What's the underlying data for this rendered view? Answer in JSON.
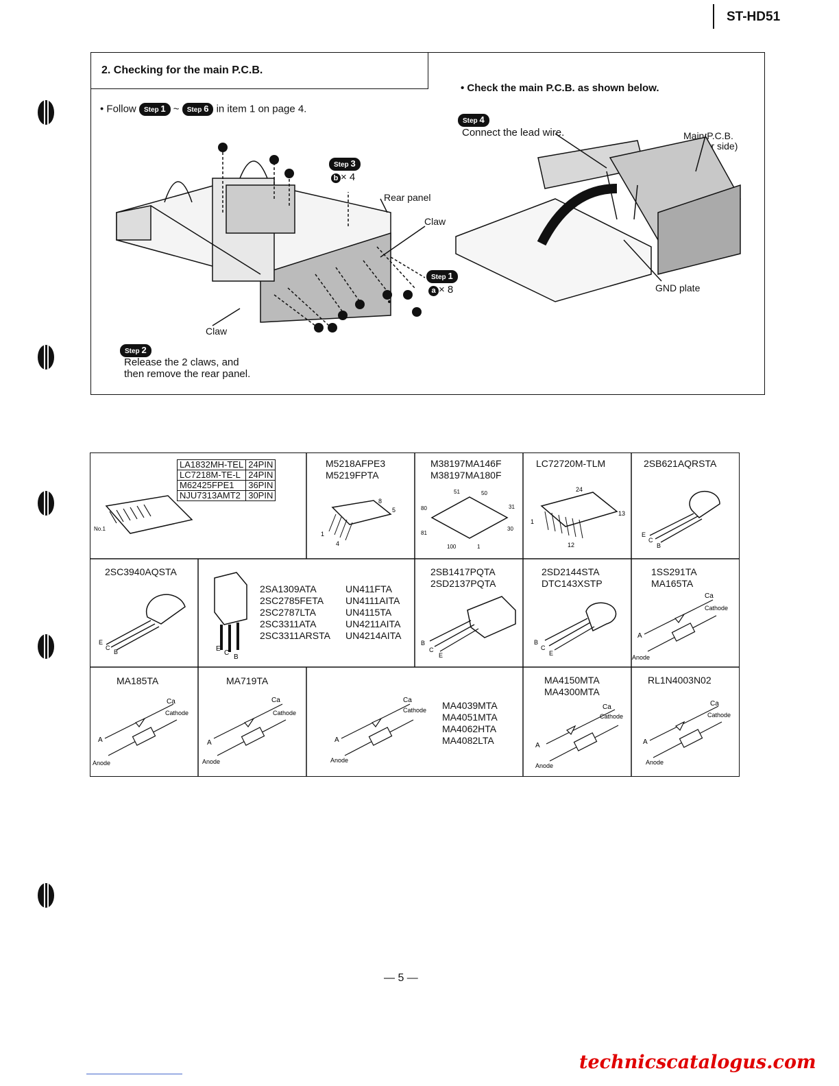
{
  "header": {
    "model": "ST-HD51"
  },
  "section": {
    "title": "2. Checking for the main P.C.B.",
    "follow_prefix": "• Follow",
    "follow_step_a": "1",
    "follow_tilde": "~",
    "follow_step_b": "6",
    "follow_suffix": "in item 1 on page 4.",
    "check_note": "• Check the main P.C.B. as shown below.",
    "step_word": "Step",
    "step1": {
      "num": "1",
      "qty": "× 8"
    },
    "step2": {
      "num": "2",
      "line1": "Release the 2 claws, and",
      "line2": "then remove the rear panel."
    },
    "step3": {
      "num": "3",
      "qty": "× 4"
    },
    "step4": {
      "num": "4",
      "text": "Connect the lead wire."
    },
    "labels": {
      "rear_panel": "Rear panel",
      "claw": "Claw",
      "claw2": "Claw",
      "main_pcb": "Main P.C.B.",
      "solder_side": "(Solder side)",
      "gnd_plate": "GND plate",
      "screw_a": "a",
      "screw_b": "b"
    }
  },
  "parts": {
    "ic_table": [
      {
        "part": "LA1832MH-TEL",
        "pins": "24PIN"
      },
      {
        "part": "LC7218M-TE-L",
        "pins": "24PIN"
      },
      {
        "part": "M62425FPE1",
        "pins": "36PIN"
      },
      {
        "part": "NJU7313AMT2",
        "pins": "30PIN"
      }
    ],
    "ic_pin_no1": "No.1",
    "m5218": [
      "M5218AFPE3",
      "M5219FPTA"
    ],
    "m5218_pins": {
      "p8": "8",
      "p5": "5",
      "p1": "1",
      "p4": "4"
    },
    "m38197": [
      "M38197MA146F",
      "M38197MA180F"
    ],
    "m38197_pins": {
      "p51": "51",
      "p50": "50",
      "p80": "80",
      "p31": "31",
      "p81": "81",
      "p30": "30",
      "p100": "100",
      "p1": "1"
    },
    "lc72720": "LC72720M-TLM",
    "lc72720_pins": {
      "p24": "24",
      "p13": "13",
      "p1": "1",
      "p12": "12"
    },
    "sb621": "2SB621AQRSTA",
    "sc3940": "2SC3940AQSTA",
    "sa_group_left": [
      "2SA1309ATA",
      "2SC2785FETA",
      "2SC2787LTA",
      "2SC3311ATA",
      "2SC3311ARSTA"
    ],
    "sa_group_right": [
      "UN411FTA",
      "UN4111AITA",
      "UN4115TA",
      "UN4211AITA",
      "UN4214AITA"
    ],
    "sb1417": [
      "2SB1417PQTA",
      "2SD2137PQTA"
    ],
    "sd2144": [
      "2SD2144STA",
      "DTC143XSTP"
    ],
    "ss291": [
      "1SS291TA",
      "MA165TA"
    ],
    "ma185": "MA185TA",
    "ma719": "MA719TA",
    "ma4039_group": [
      "MA4039MTA",
      "MA4051MTA",
      "MA4062HTA",
      "MA4082LTA"
    ],
    "ma4150": [
      "MA4150MTA",
      "MA4300MTA"
    ],
    "rl1n": "RL1N4003N02",
    "ecb": {
      "e": "E",
      "c": "C",
      "b": "B"
    },
    "diode": {
      "ca": "Ca",
      "cathode": "Cathode",
      "a": "A",
      "anode": "Anode"
    }
  },
  "footer": {
    "page": "— 5 —",
    "watermark": "technicscatalogus.com"
  }
}
